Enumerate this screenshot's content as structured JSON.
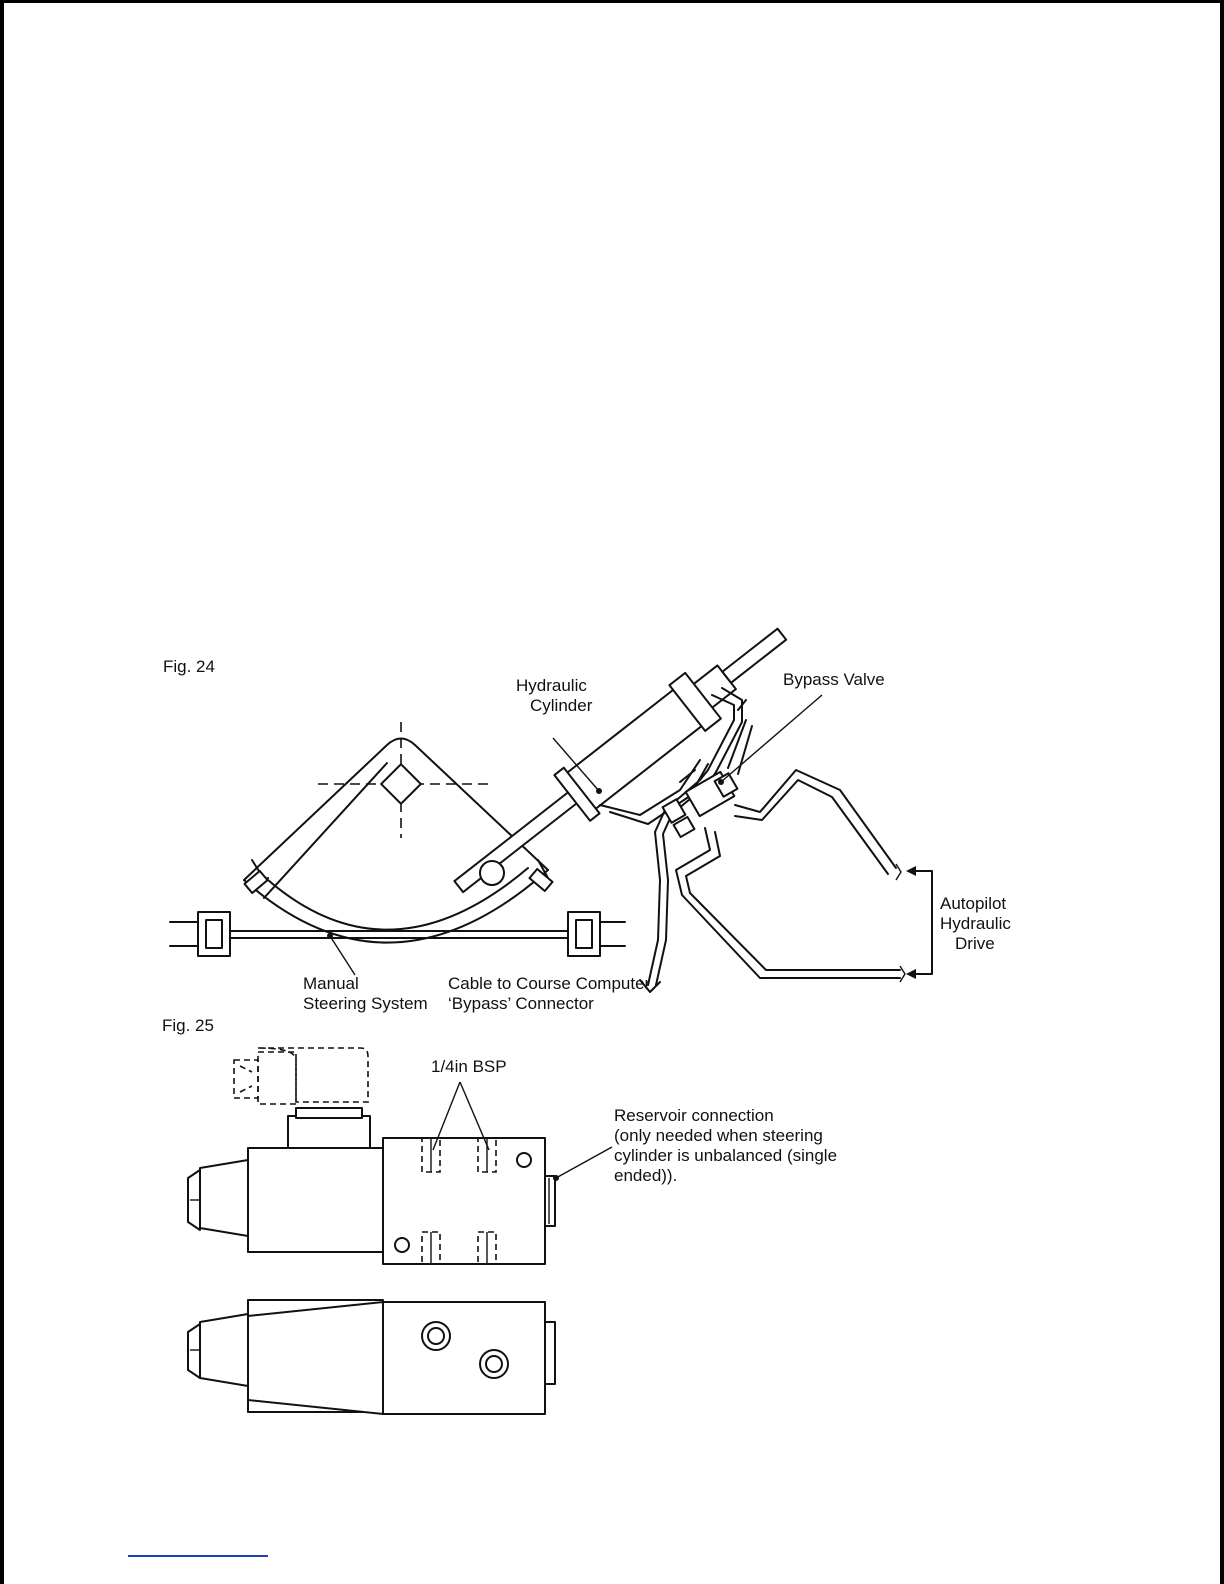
{
  "fig24": {
    "title": "Fig. 24",
    "labels": {
      "hydraulic_cylinder_1": "Hydraulic",
      "hydraulic_cylinder_2": "Cylinder",
      "bypass_valve": "Bypass Valve",
      "autopilot_1": "Autopilot",
      "autopilot_2": "Hydraulic",
      "autopilot_3": "Drive",
      "manual_1": "Manual",
      "manual_2": "Steering System",
      "cable_1": "Cable to Course Computer",
      "cable_2": "‘Bypass’ Connector"
    }
  },
  "fig25": {
    "title": "Fig. 25",
    "labels": {
      "bsp": "1/4in BSP",
      "reservoir_1": "Reservoir connection",
      "reservoir_2": "(only needed when steering",
      "reservoir_3": "cylinder is unbalanced (single",
      "reservoir_4": "ended))."
    }
  }
}
